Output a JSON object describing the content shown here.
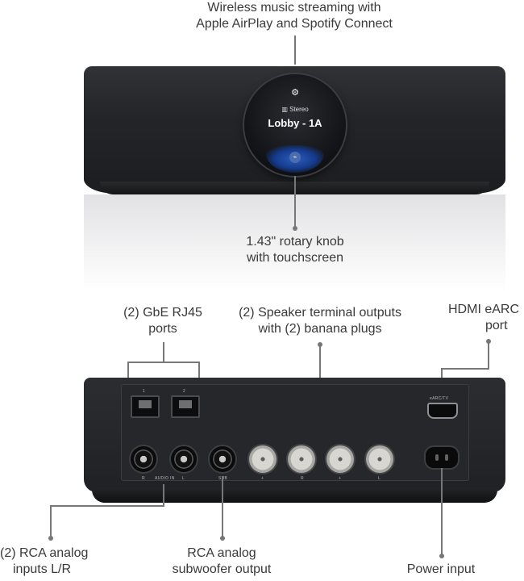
{
  "callouts": {
    "wireless_line1": "Wireless music streaming with",
    "wireless_line2": "Apple AirPlay and Spotify Connect",
    "knob_line1": "1.43\" rotary knob",
    "knob_line2": "with touchscreen",
    "rj45_line1": "(2) GbE RJ45",
    "rj45_line2": "ports",
    "speaker_line1": "(2) Speaker terminal outputs",
    "speaker_line2": "with (2) banana plugs",
    "hdmi_line1": "HDMI eARC",
    "hdmi_line2": "port",
    "rca_in_line1": "(2) RCA analog",
    "rca_in_line2": "inputs L/R",
    "sub_line1": "RCA analog",
    "sub_line2": "subwoofer output",
    "power": "Power input"
  },
  "screen": {
    "mode": "Stereo",
    "zone": "Lobby - 1A"
  },
  "back_labels": {
    "port1": "1",
    "port2": "2",
    "audio_in": "AUDIO IN",
    "r": "R",
    "l": "L",
    "sub": "SUB",
    "plus1": "+",
    "minus_r": "R",
    "plus2": "+",
    "minus_l": "L",
    "earc": "eARC/TV"
  },
  "colors": {
    "device_body": "#242528",
    "screen_accent": "#2b5dbf",
    "callout_line": "#777777"
  }
}
